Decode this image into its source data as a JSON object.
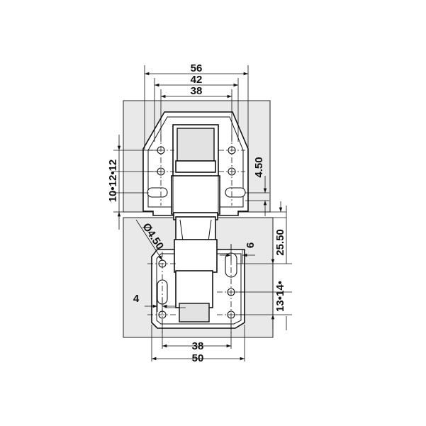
{
  "dimensions": {
    "overall_width_top": "56",
    "width_top_mid": "42",
    "width_top_inner": "38",
    "bottom_width_inner": "38",
    "bottom_width_outer": "50",
    "left_vertical_spacing": "10•12•12",
    "right_top_offset": "4.50",
    "hole_diameter": "Ø4.50",
    "slot_width": "6",
    "right_bottom_vertical_outer": "25.50",
    "right_bottom_vertical_inner": "13•14•",
    "left_slot_offset": "4"
  }
}
